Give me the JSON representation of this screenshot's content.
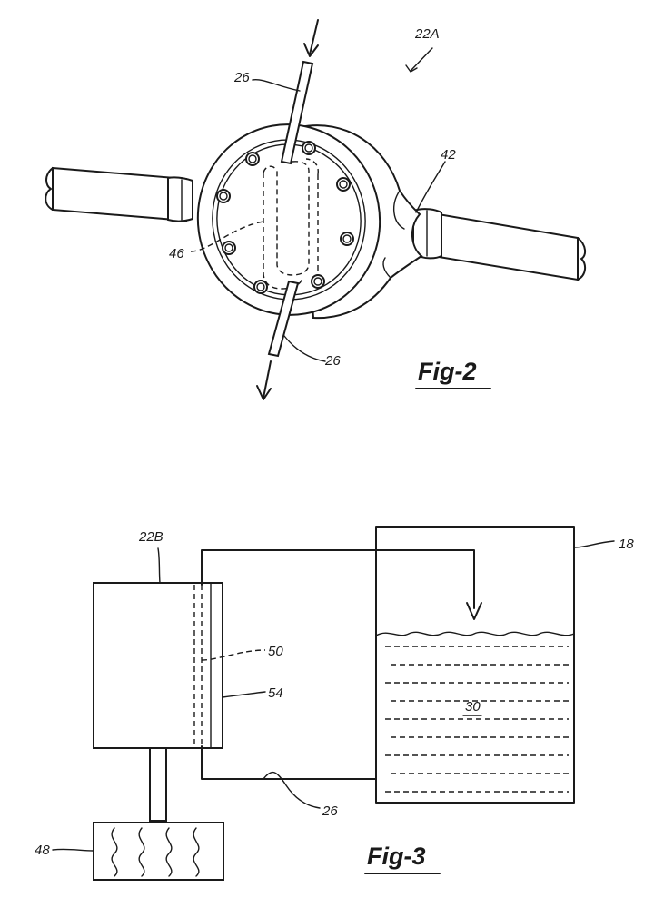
{
  "figure2": {
    "title": "Fig-2",
    "labels": {
      "ref_22a": "22A",
      "ref_26_top": "26",
      "ref_26_bottom": "26",
      "ref_42": "42",
      "ref_46": "46"
    }
  },
  "figure3": {
    "title": "Fig-3",
    "labels": {
      "ref_22b": "22B",
      "ref_18": "18",
      "ref_50": "50",
      "ref_54": "54",
      "ref_30": "30",
      "ref_26": "26",
      "ref_48": "48"
    }
  },
  "colors": {
    "ink": "#1a1a1a",
    "paper": "#ffffff"
  }
}
